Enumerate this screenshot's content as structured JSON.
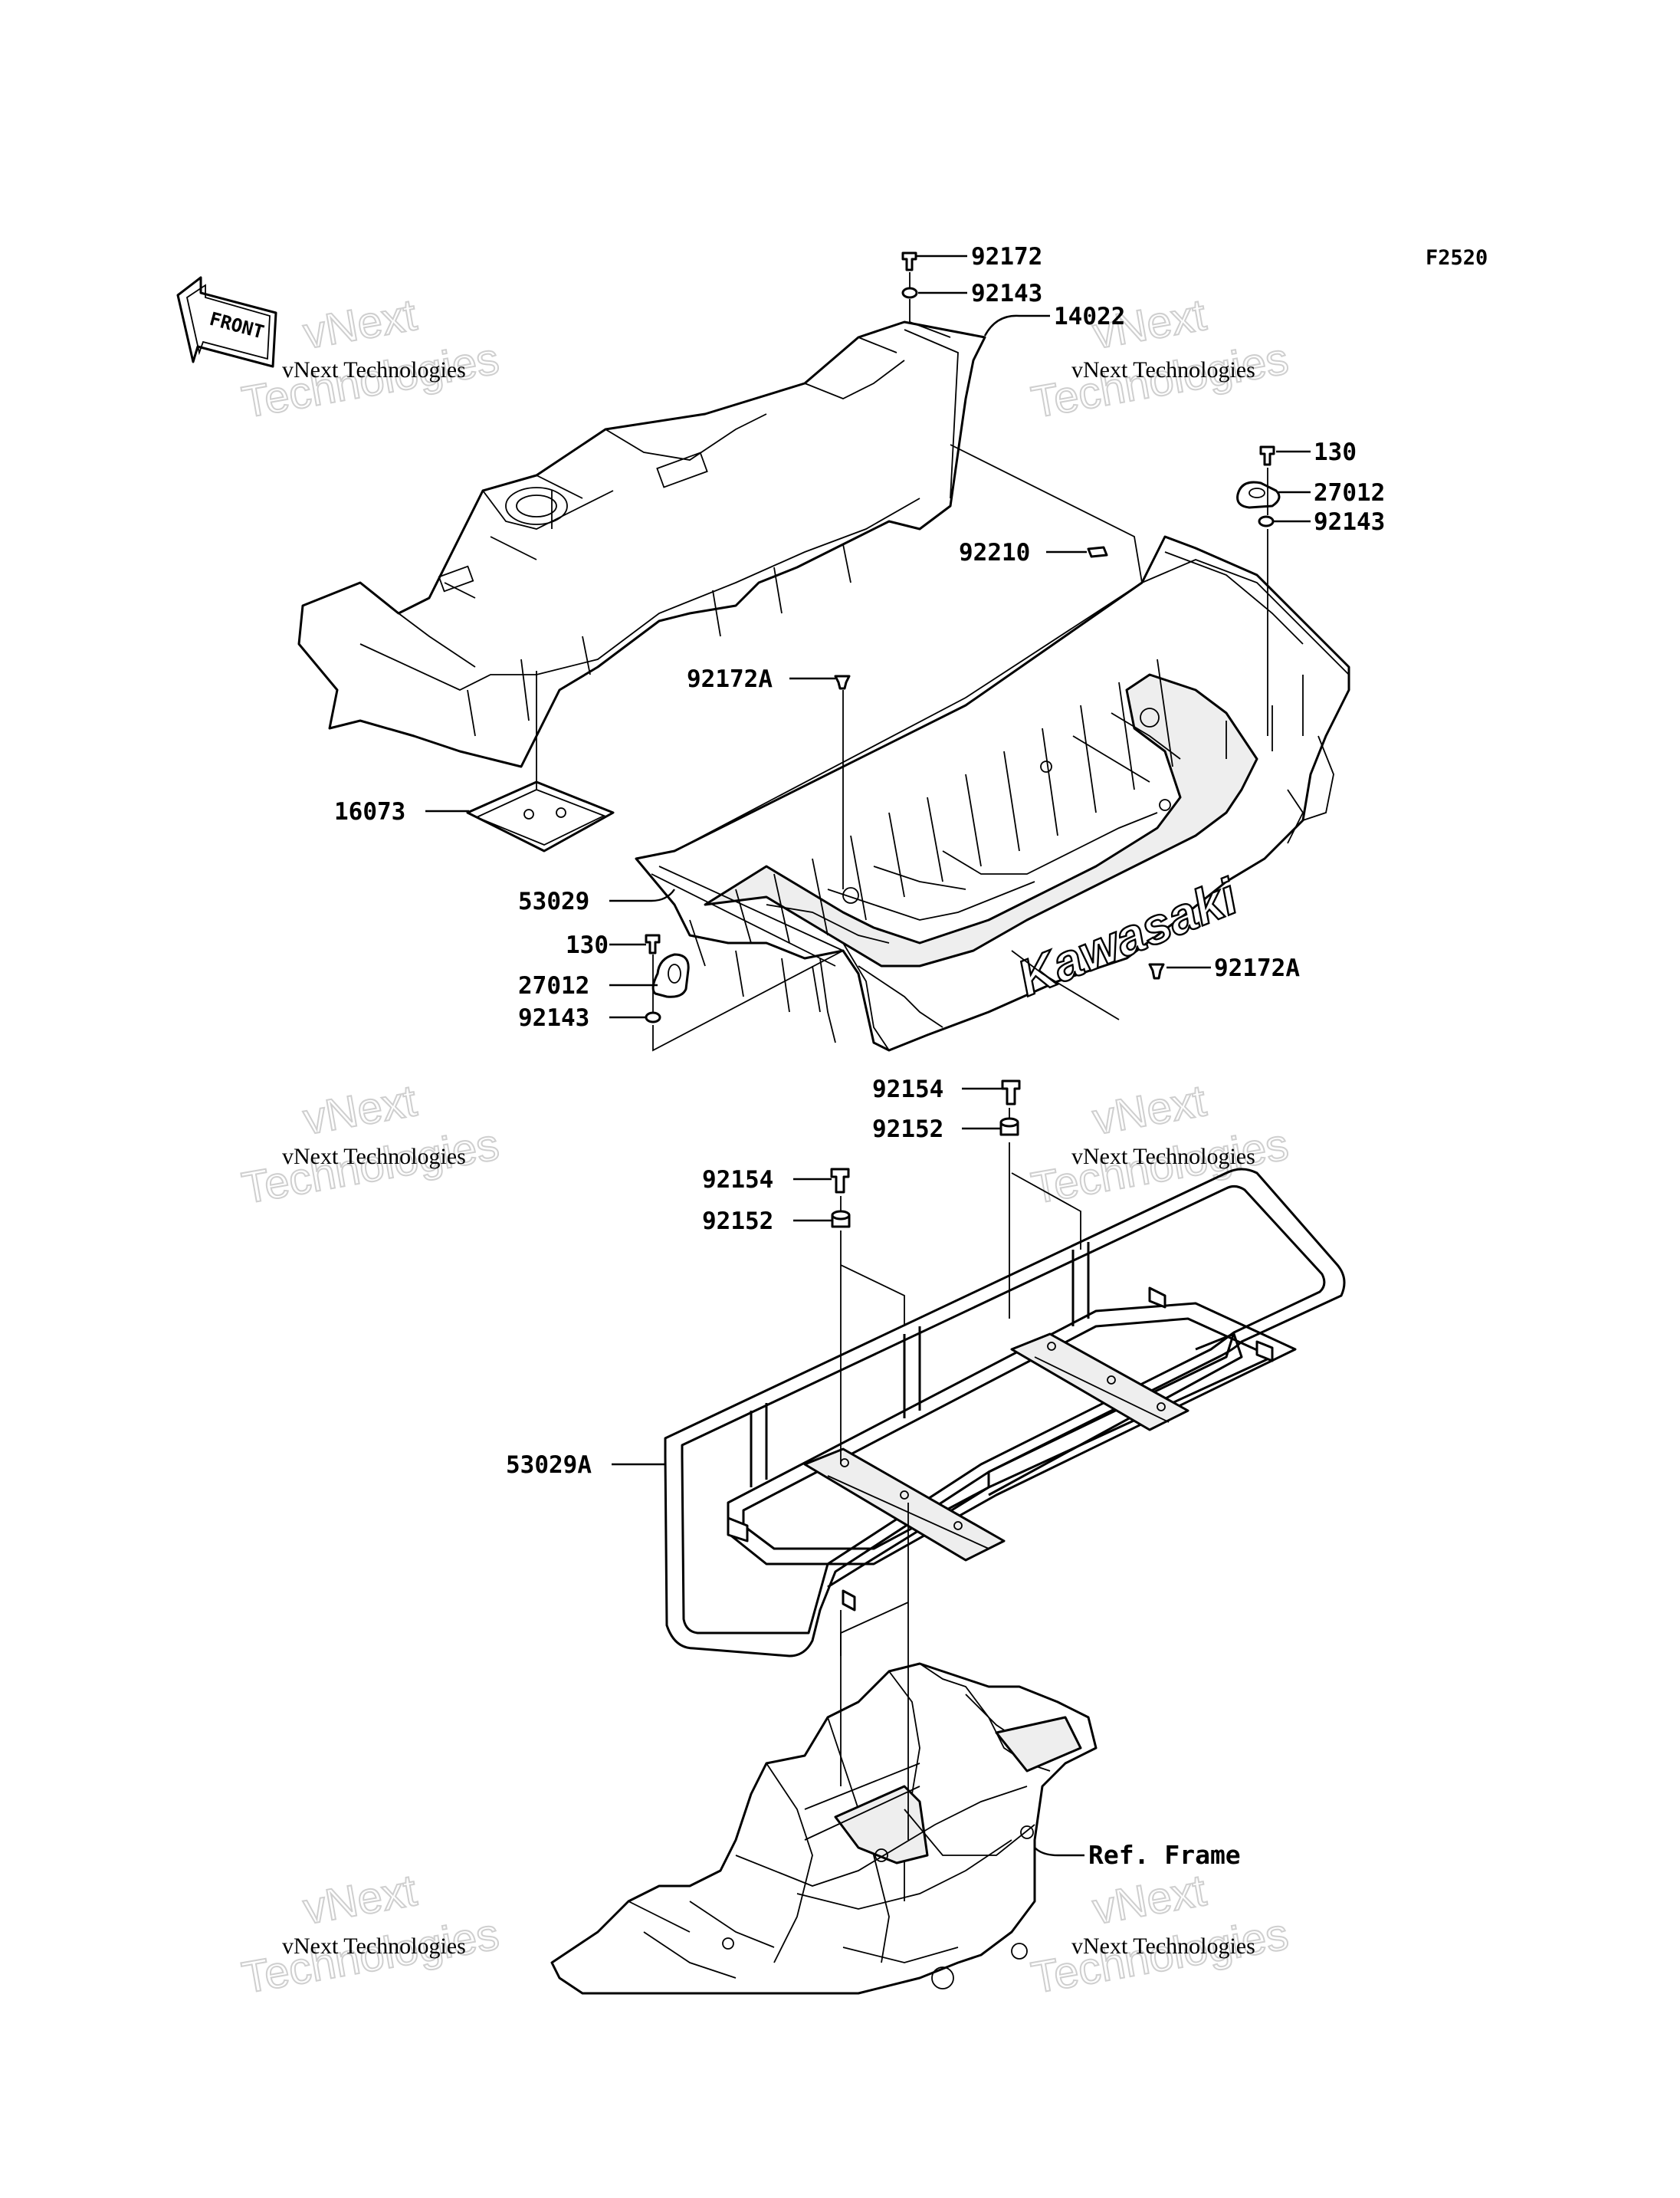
{
  "diagram_code": "F2520",
  "front_marker": "FRONT",
  "watermark": {
    "line1": "vNext",
    "line2": "vNext Technologies",
    "line3": "Technologies"
  },
  "callouts": {
    "c_92172_top": "92172",
    "c_92143_top": "92143",
    "c_14022": "14022",
    "c_130_right": "130",
    "c_27012_right": "27012",
    "c_92143_right": "92143",
    "c_92210": "92210",
    "c_92172A_left": "92172A",
    "c_16073": "16073",
    "c_53029": "53029",
    "c_130_left": "130",
    "c_27012_left": "27012",
    "c_92143_left": "92143",
    "c_92172A_right": "92172A",
    "c_92154_right": "92154",
    "c_92152_right": "92152",
    "c_92154_left": "92154",
    "c_92152_left": "92152",
    "c_53029A": "53029A",
    "c_ref_frame": "Ref. Frame"
  },
  "bed_brand": "Kawasaki"
}
